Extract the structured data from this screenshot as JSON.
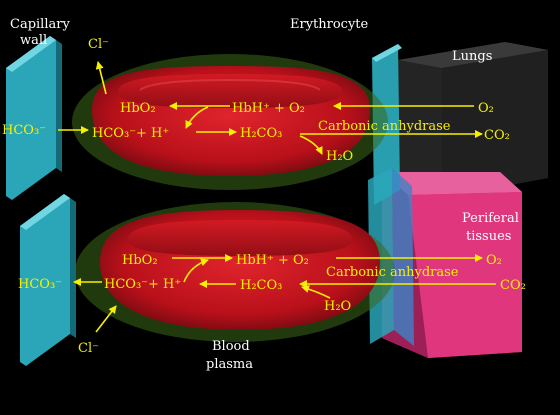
{
  "labels": {
    "capillary_line1": "Capillary",
    "capillary_line2": "wall",
    "erythrocyte": "Erythrocyte",
    "lungs": "Lungs",
    "tissues_line1": "Periferal",
    "tissues_line2": "tissues",
    "plasma_line1": "Blood",
    "plasma_line2": "plasma"
  },
  "top_cell": {
    "cl": "Cl⁻",
    "hco3_outside": "HCO₃⁻",
    "hbo2": "HbO₂",
    "hbh_plus_o2": "HbH⁺ + O₂",
    "o2_right": "O₂",
    "hco3_inside": "HCO₃⁻+ H⁺",
    "h2co3": "H₂CO₃",
    "enzyme": "Carbonic anhydrase",
    "co2_right": "CO₂",
    "h2o": "H₂O"
  },
  "bottom_cell": {
    "hbo2": "HbO₂",
    "hbh_plus_o2": "HbH⁺ + O₂",
    "enzyme": "Carbonic anhydrase",
    "o2_right": "O₂",
    "hco3_outside": "HCO₃⁻",
    "hco3_inside": "HCO₃⁻+ H⁺",
    "h2co3": "H₂CO₃",
    "co2_right": "CO₂",
    "h2o": "H₂O",
    "cl": "Cl⁻"
  },
  "colors": {
    "background": "#000000",
    "arrow_text": "#f6f000",
    "label_text": "#ffffff",
    "membrane": "#2aa6b8",
    "cell": "#c4121a",
    "lungs_box": "#2b2b2b",
    "tissues_box": "#e0367e"
  }
}
